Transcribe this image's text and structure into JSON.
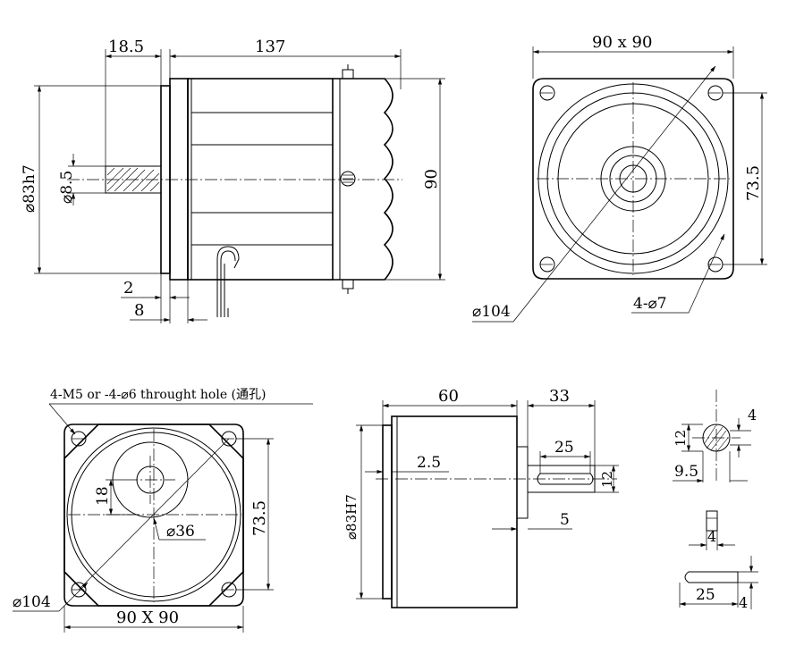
{
  "colors": {
    "line": "#000000",
    "background": "#ffffff"
  },
  "side_view": {
    "dim_shaft_length": "18.5",
    "dim_body_length": "137",
    "dim_pilot_dia": "⌀83h7",
    "dim_shaft_dia": "⌀8.5",
    "dim_height": "90",
    "dim_flange_gap": "2",
    "dim_flange_thickness": "8"
  },
  "front_view": {
    "dim_square": "90 x 90",
    "dim_hole_pitch": "73.5",
    "dim_circle_dia": "⌀104",
    "dim_holes": "4-⌀7"
  },
  "gearbox_front": {
    "dim_holes_note": "4-M5 or -4-⌀6 throught hole (通孔)",
    "dim_offset": "18",
    "dim_boss_dia": "⌀36",
    "dim_hole_pitch": "73.5",
    "dim_circle_dia": "⌀104",
    "dim_square": "90 X 90"
  },
  "gearbox_side": {
    "dim_body_length": "60",
    "dim_shaft_length": "33",
    "dim_key_length": "25",
    "dim_flange_gap": "2.5",
    "dim_pilot_dia": "⌀83H7",
    "dim_shaft_dia": "12",
    "dim_shoulder": "5"
  },
  "shaft_detail": {
    "dim_key_depth": "4",
    "dim_shaft_dia": "12",
    "dim_flat": "9.5",
    "dim_key_width": "4",
    "dim_key_length": "25",
    "dim_key_height": "4"
  }
}
